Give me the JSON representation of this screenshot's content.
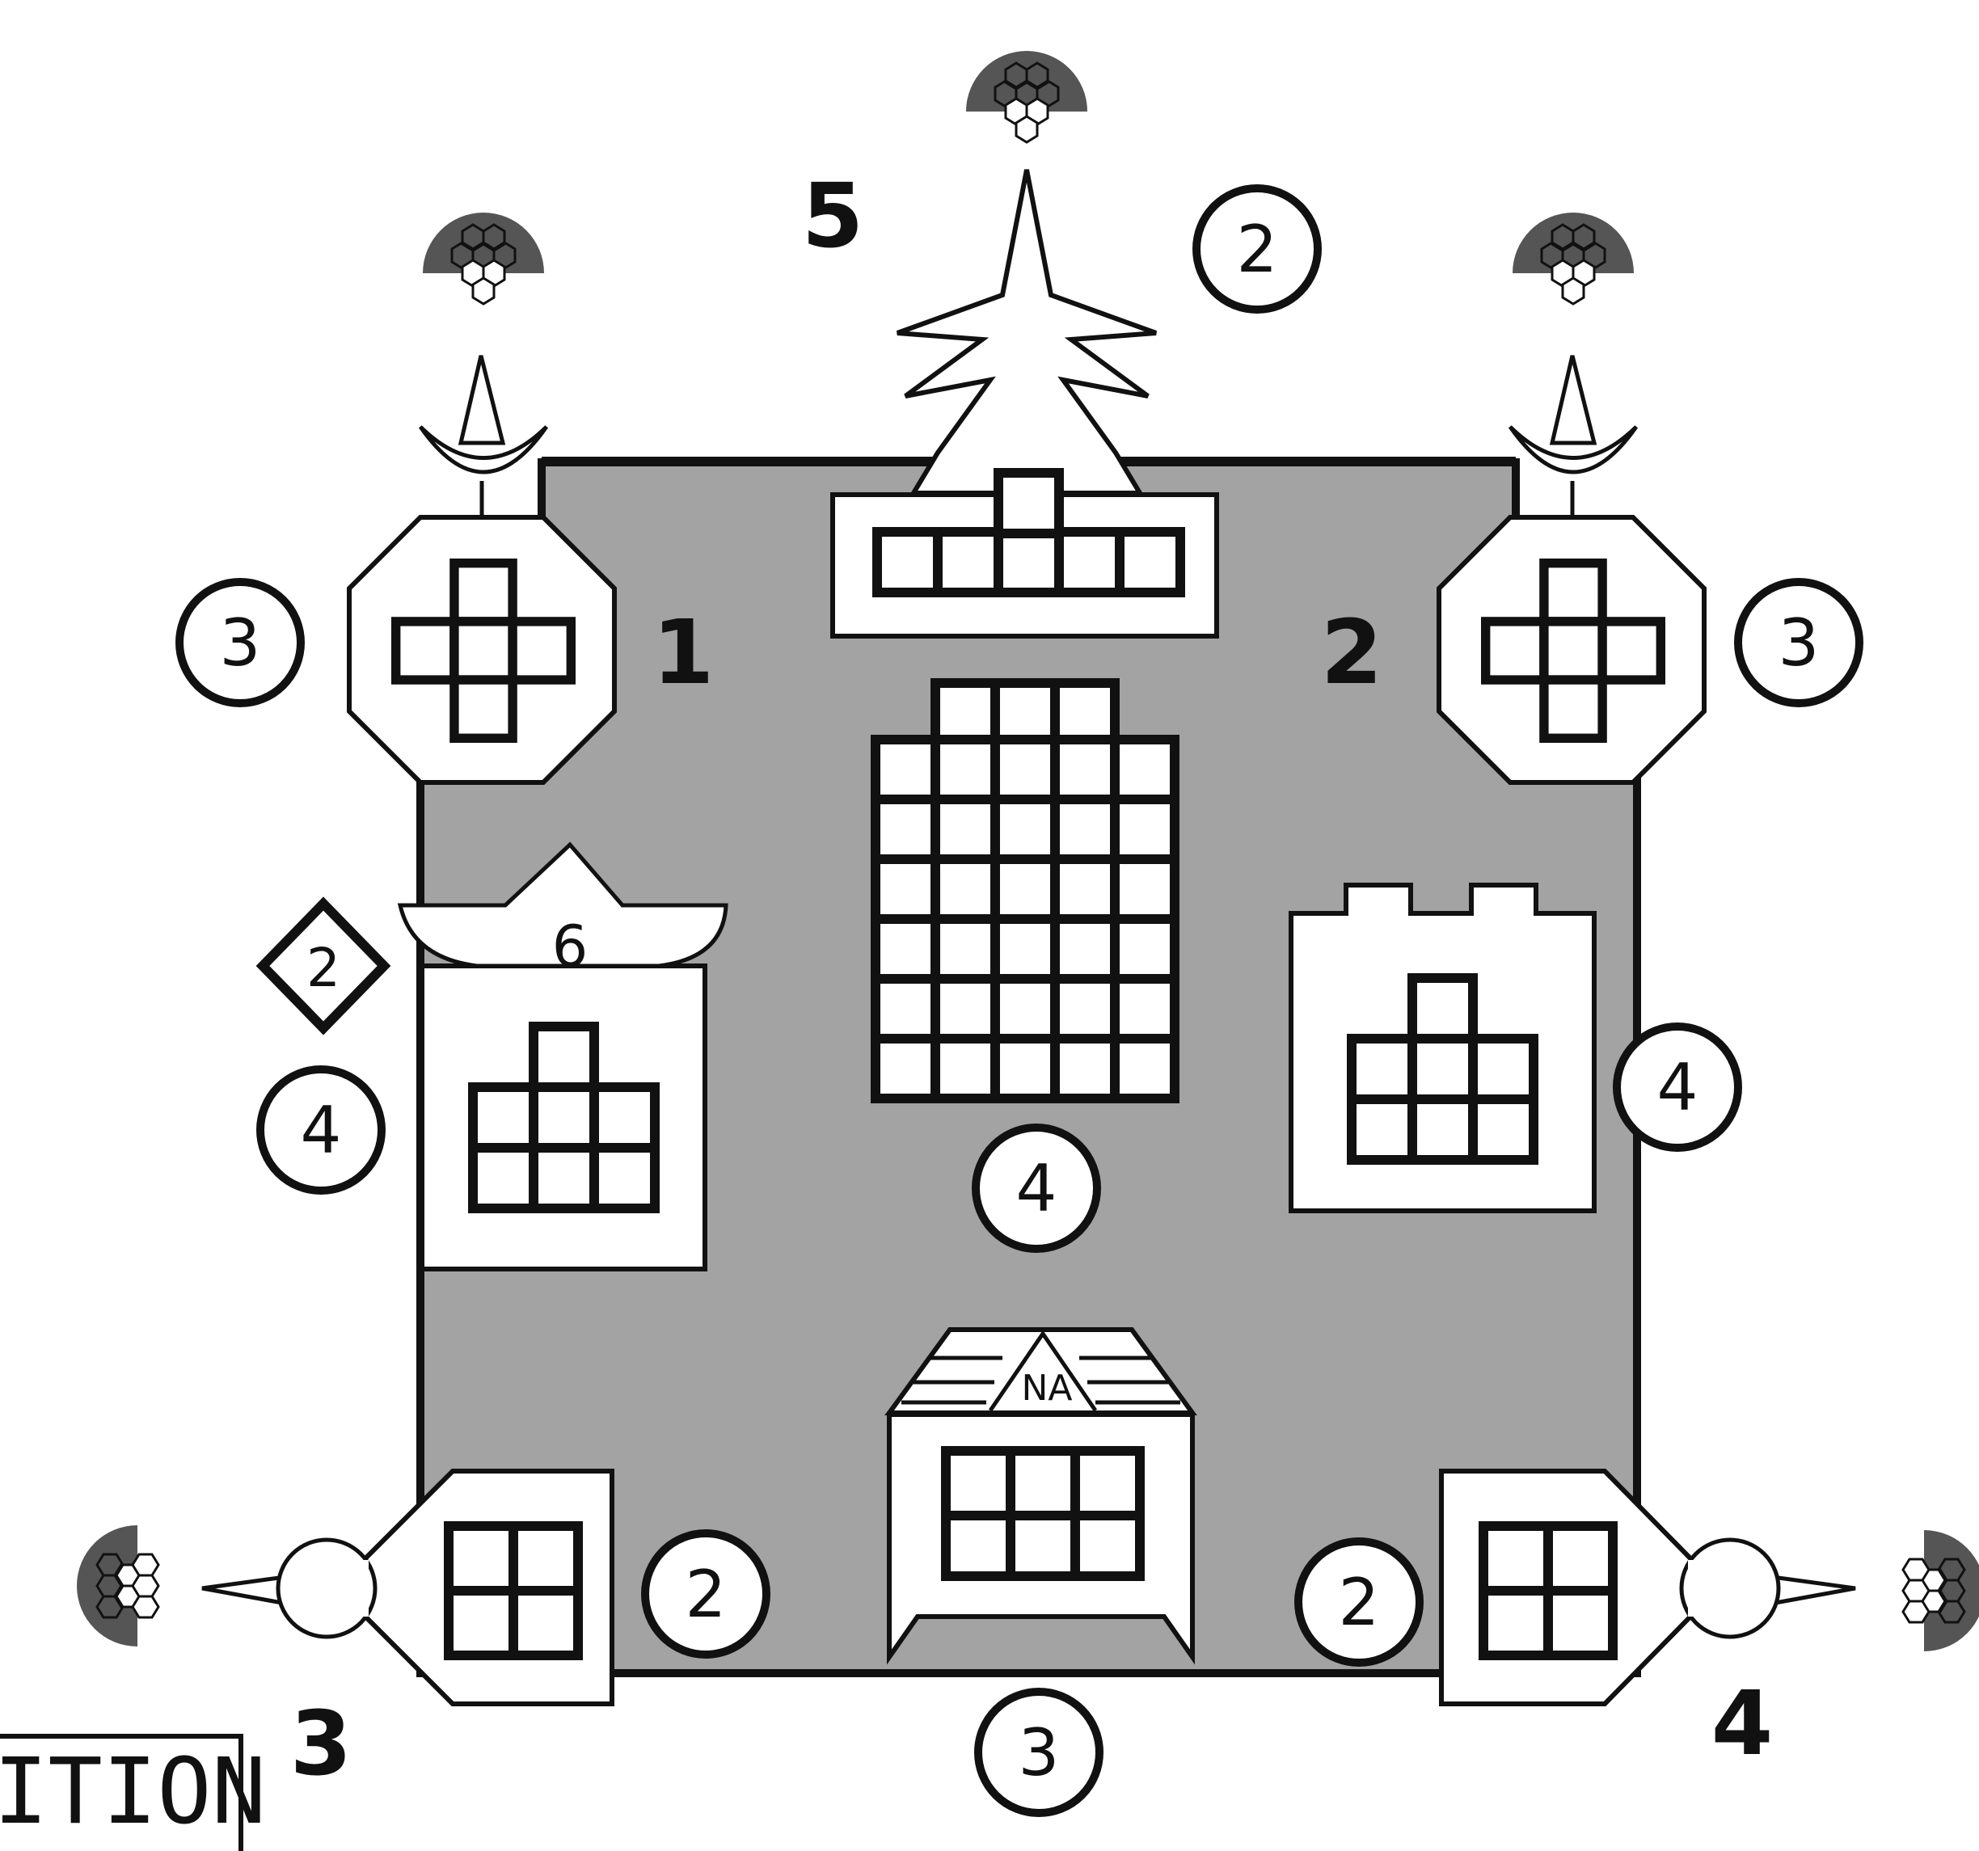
{
  "colors": {
    "ink": "#111111",
    "fill_gray": "#a3a3a3",
    "dark_gray": "#555555",
    "paper": "#ffffff"
  },
  "position_labels": {
    "p1": "1",
    "p2": "2",
    "p3": "3",
    "p4": "4",
    "p5": "5"
  },
  "circled_numbers": {
    "top_right_of_pine": "2",
    "left_upper": "3",
    "right_upper": "3",
    "left_middle": "4",
    "right_middle": "4",
    "center": "4",
    "bottom_left": "2",
    "bottom_right": "2",
    "bottom_center": "3"
  },
  "diamond_number": "2",
  "building_labels": {
    "left_building_roof": "6",
    "bottom_building_roof": "NA"
  },
  "corner_text": "ITION",
  "icons": [
    "hex-cluster-icon",
    "pine-tree-icon",
    "crescent-spire-icon",
    "cross-grid-icon"
  ]
}
